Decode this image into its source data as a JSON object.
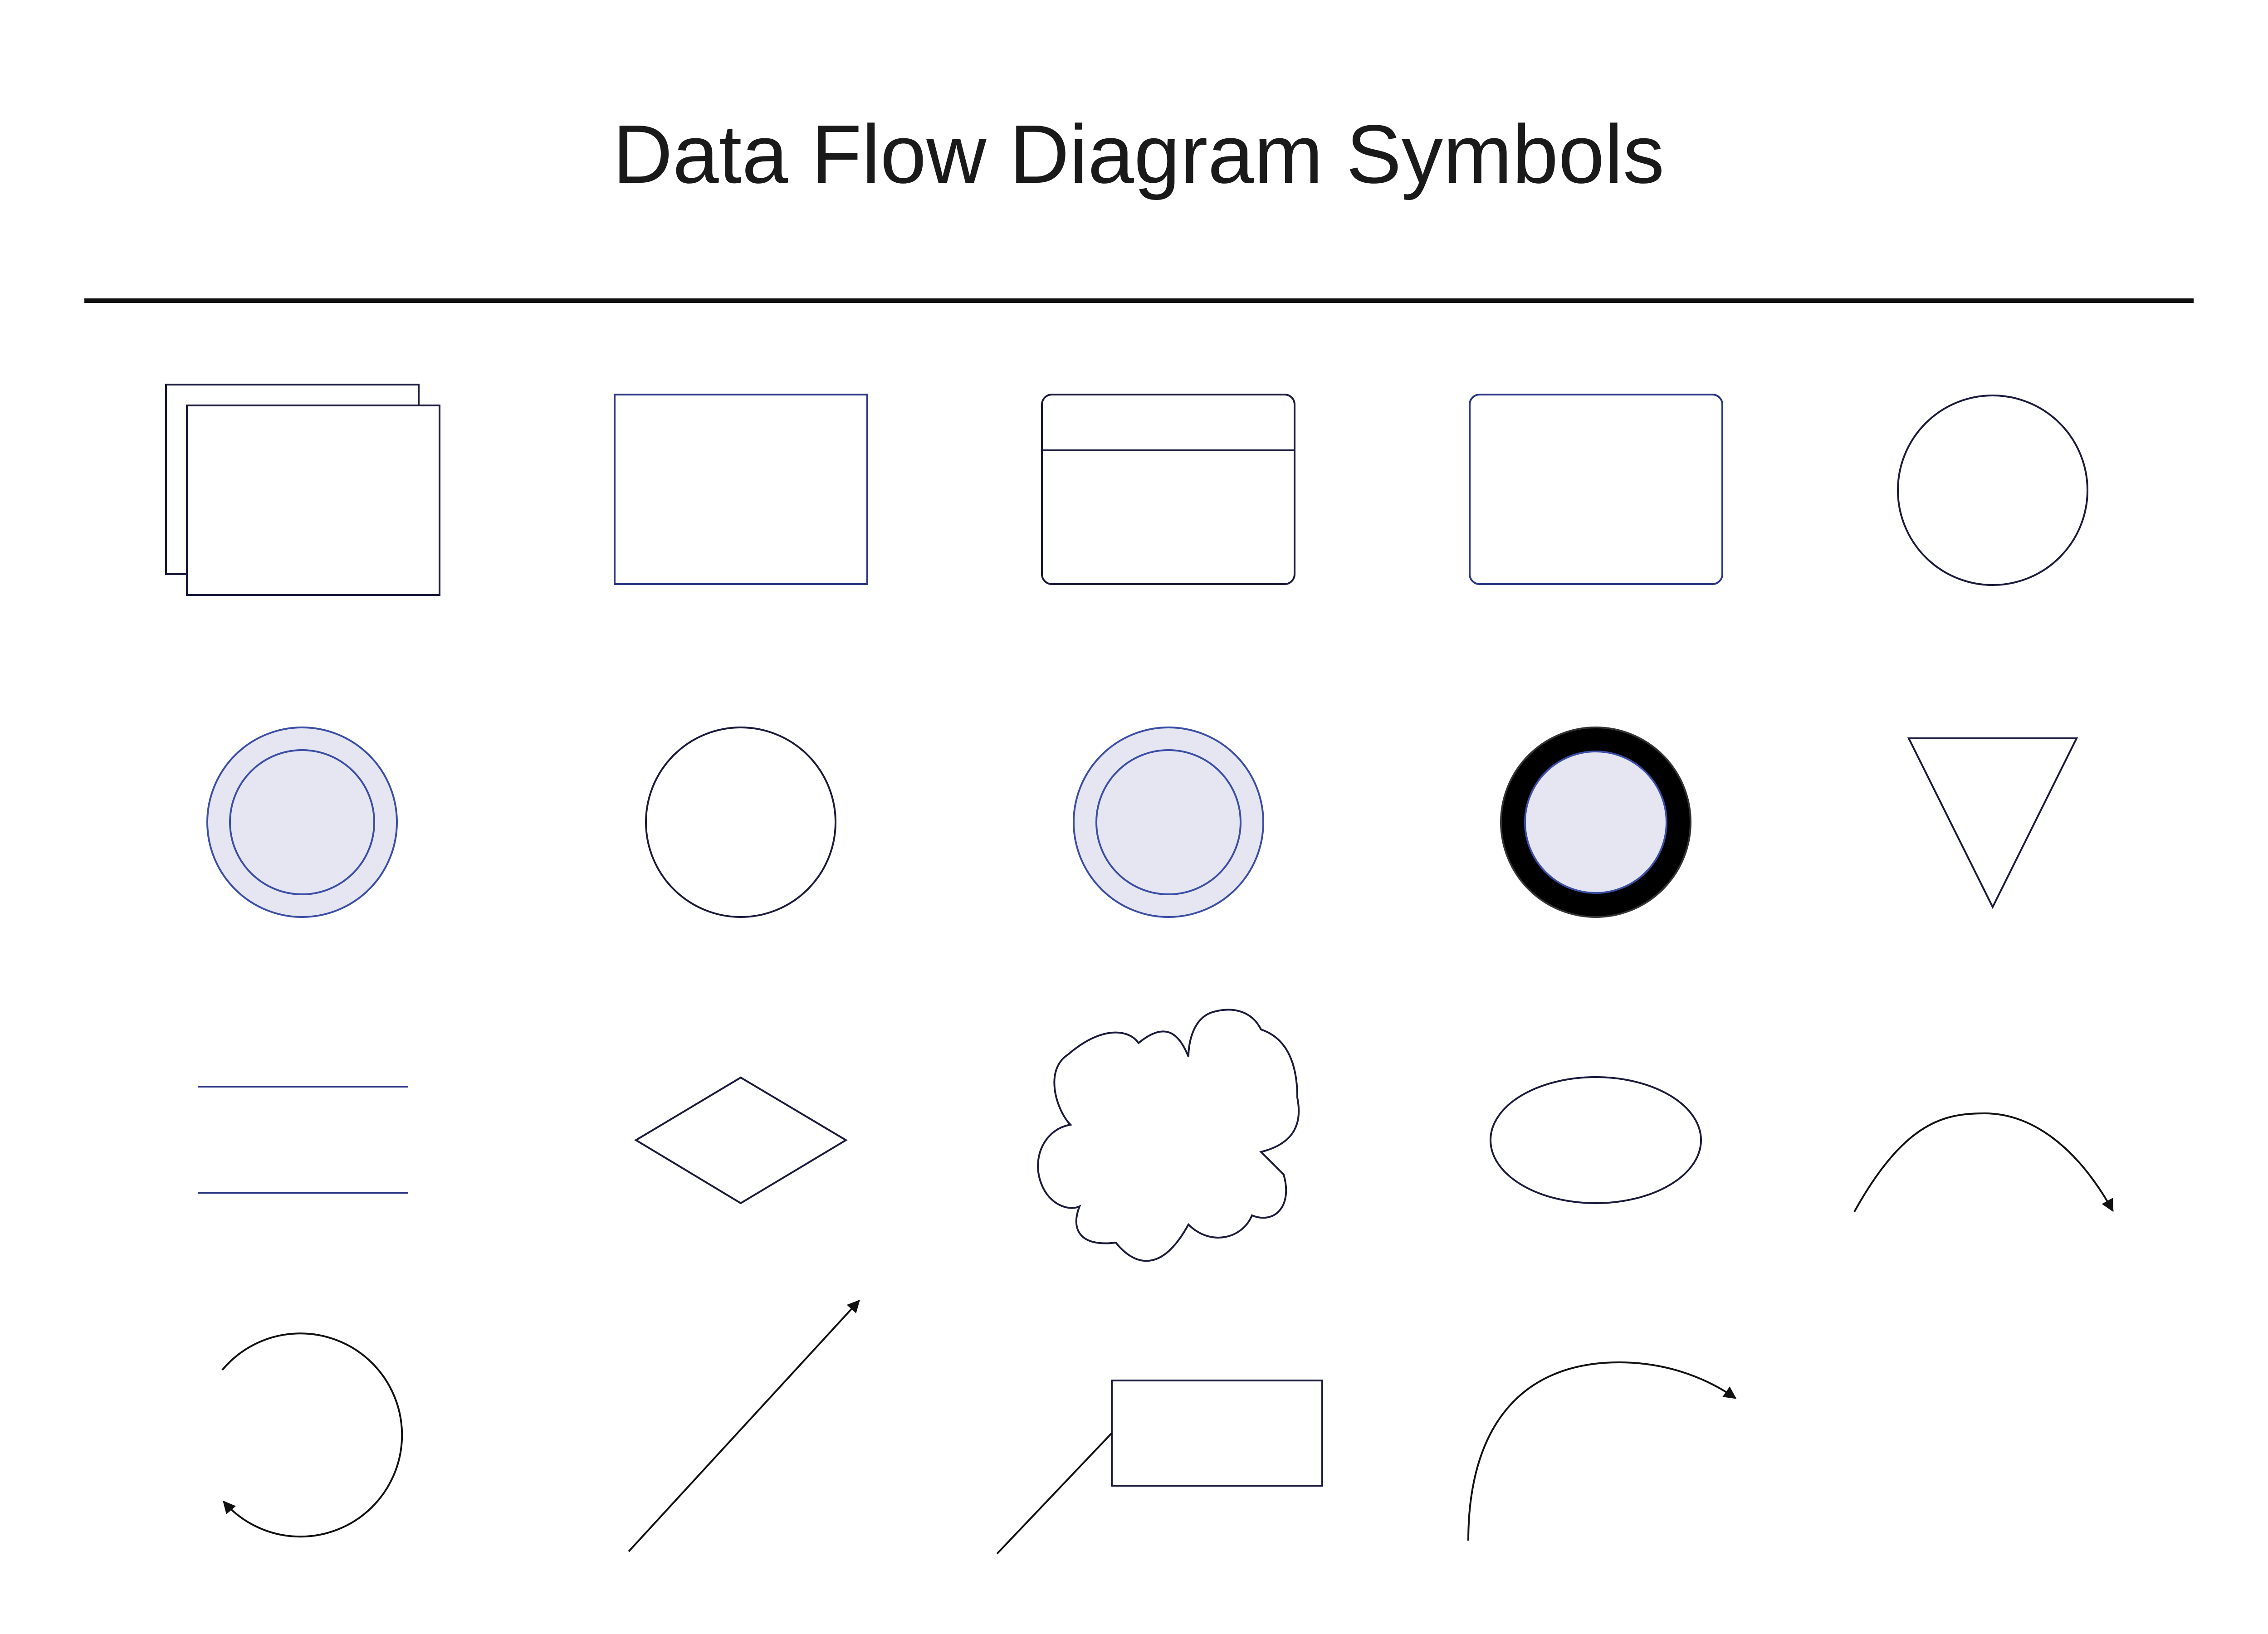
{
  "title": "Data Flow Diagram Symbols",
  "colors": {
    "stroke": "#1a1a3c",
    "accent_stroke": "#3b4ea6",
    "fill_light": "#e6e6f2",
    "fill_dark": "#000000",
    "background": "#ffffff"
  },
  "symbols": [
    {
      "row": 1,
      "col": 1,
      "name": "multiple-documents-icon"
    },
    {
      "row": 1,
      "col": 2,
      "name": "rectangle-icon"
    },
    {
      "row": 1,
      "col": 3,
      "name": "data-store-icon"
    },
    {
      "row": 1,
      "col": 4,
      "name": "rounded-rectangle-icon"
    },
    {
      "row": 1,
      "col": 5,
      "name": "circle-icon"
    },
    {
      "row": 2,
      "col": 1,
      "name": "double-circle-filled-icon"
    },
    {
      "row": 2,
      "col": 2,
      "name": "circle-outline-icon"
    },
    {
      "row": 2,
      "col": 3,
      "name": "double-circle-icon"
    },
    {
      "row": 2,
      "col": 4,
      "name": "thick-ring-circle-icon"
    },
    {
      "row": 2,
      "col": 5,
      "name": "inverted-triangle-icon"
    },
    {
      "row": 3,
      "col": 1,
      "name": "parallel-lines-store-icon"
    },
    {
      "row": 3,
      "col": 2,
      "name": "diamond-icon"
    },
    {
      "row": 3,
      "col": 3,
      "name": "cloud-icon"
    },
    {
      "row": 3,
      "col": 4,
      "name": "ellipse-icon"
    },
    {
      "row": 3,
      "col": 5,
      "name": "arc-arrow-icon"
    },
    {
      "row": 4,
      "col": 1,
      "name": "loop-arrow-icon"
    },
    {
      "row": 4,
      "col": 2,
      "name": "straight-arrow-icon"
    },
    {
      "row": 4,
      "col": 3,
      "name": "annotation-callout-icon"
    },
    {
      "row": 4,
      "col": 4,
      "name": "curved-arrow-icon"
    }
  ]
}
